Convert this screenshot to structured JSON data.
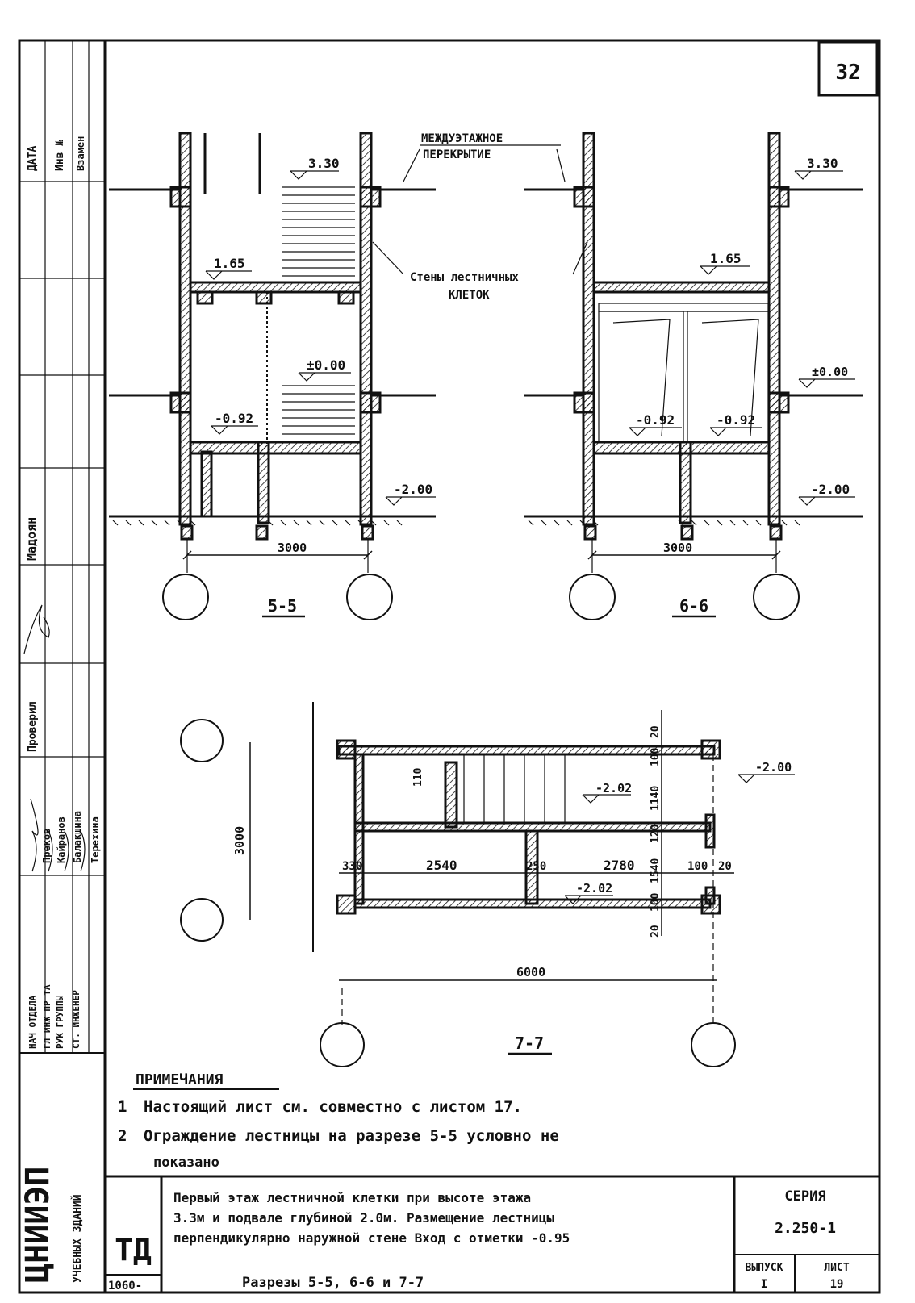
{
  "sheet_number": "32",
  "left_strip": {
    "top_labels": [
      "ДАТА",
      "Инв №",
      "Взамен"
    ],
    "roles": [
      "НАЧ ОТДЕЛА",
      "ГЛ ИНЖ ПР ТА",
      "РУК ГРУППЫ",
      "СТ. ИНЖЕНЕР"
    ],
    "names": [
      "Преков",
      "Кайранов",
      "Балакшина",
      "Терехина"
    ],
    "check_label": "Проверил",
    "check_name": "Мадоян",
    "org_name": "ЦНИИЭП",
    "org_sub": "УЧЕБНЫХ ЗДАНИЙ"
  },
  "callouts": {
    "floor_slab_1": "МЕЖДУЭТАЖНОЕ",
    "floor_slab_2": "ПЕРЕКРЫТИЕ",
    "walls_1": "Стены лестничных",
    "walls_2": "КЛЕТОК"
  },
  "sections": {
    "s55": {
      "label": "5-5",
      "lv_330": "3.30",
      "lv_165": "1.65",
      "lv_000": "±0.00",
      "lv_092": "-0.92",
      "lv_200": "-2.00",
      "span": "3000"
    },
    "s66": {
      "label": "6-6",
      "lv_330": "3.30",
      "lv_165": "1.65",
      "lv_000": "±0.00",
      "lv_092a": "-0.92",
      "lv_092b": "-0.92",
      "lv_200": "-2.00",
      "span": "3000"
    },
    "s77": {
      "label": "7-7",
      "lv_202": "-2.02",
      "lv_202b": "-2.02",
      "lv_200": "-2.00",
      "d110": "110",
      "d20a": "20",
      "d100a": "100",
      "d1140": "1140",
      "d120": "120",
      "d1540": "1540",
      "d100b": "100",
      "d20b": "20",
      "d330": "330",
      "d2540": "2540",
      "d250": "250",
      "d2780": "2780",
      "d100c": "100",
      "d20c": "20",
      "span_v": "3000",
      "span_h": "6000"
    }
  },
  "notes": {
    "title": "ПРИМЕЧАНИЯ",
    "n1_num": "1",
    "n1": "Настоящий лист см. совместно с листом 17.",
    "n2_num": "2",
    "n2": "Ограждение лестницы на разрезе 5-5 условно не",
    "n2b": "показано"
  },
  "title_block": {
    "code": "ТД",
    "doc_no": "1060-",
    "line1": "Первый этаж лестничной клетки при высоте этажа",
    "line2": "3.3м и подвале глубиной 2.0м.  Размещение лестницы",
    "line3": "перпендикулярно  наружной стене  Вход с отметки -0.95",
    "line4": "Разрезы  5-5, 6-6 и 7-7",
    "series_label": "СЕРИЯ",
    "series_value": "2.250-1",
    "issue_label": "ВЫПУСК",
    "issue_value": "I",
    "sheet_label": "ЛИСТ",
    "sheet_value": "19"
  }
}
